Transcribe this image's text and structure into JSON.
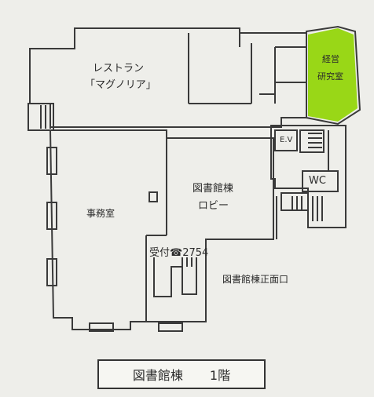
{
  "rooms": {
    "restaurant": {
      "line1": "レストラン",
      "line2": "「マグノリア」"
    },
    "highlighted_room": {
      "line1": "経営",
      "line2": "研究室",
      "color": "#8fd400"
    },
    "office": "事務室",
    "lobby": {
      "line1": "図書館棟",
      "line2": "ロビー"
    },
    "reception": "受付☎2754",
    "elevator": "E.V",
    "toilet": "WC",
    "entrance": "図書館棟正面口"
  },
  "caption": {
    "building": "図書館棟",
    "floor": "1階"
  },
  "colors": {
    "wall": "#3a3a3a",
    "paper": "#eeeeea",
    "highlight": "#8fd400"
  }
}
